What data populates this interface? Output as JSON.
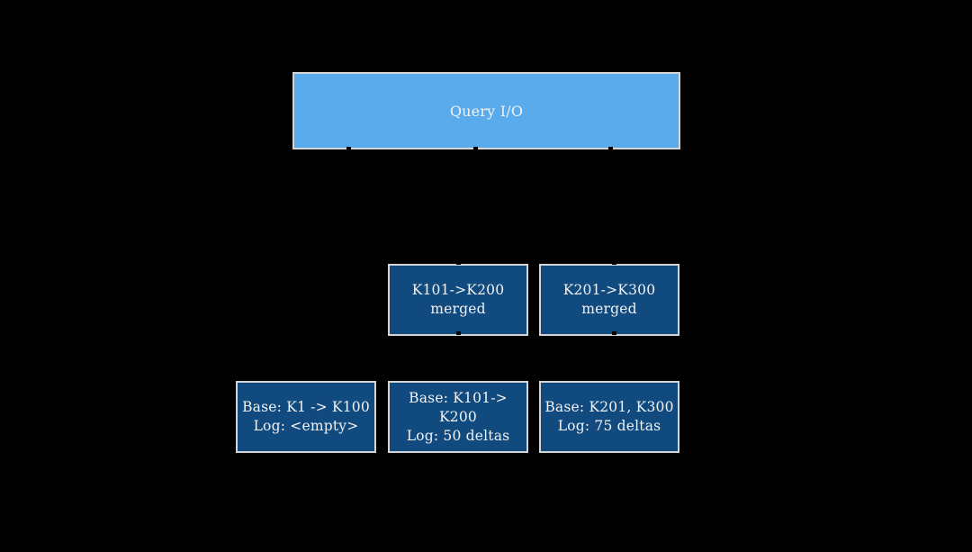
{
  "colors": {
    "background": "#000000",
    "box_border": "#d5d5d5",
    "text": "#f2f2f2",
    "query_fill": "#5aabec",
    "dark_fill": "#104a7e"
  },
  "query_box": {
    "label": "Query I/O"
  },
  "merged_row": [
    {
      "line1": "K101->K200",
      "line2": "merged"
    },
    {
      "line1": "K201->K300",
      "line2": "merged"
    }
  ],
  "base_row": [
    {
      "line1": "Base: K1 -> K100",
      "line2": "Log: <empty>"
    },
    {
      "line1": "Base: K101-> K200",
      "line2": "Log: 50 deltas"
    },
    {
      "line1": "Base: K201, K300",
      "line2": "Log: 75 deltas"
    }
  ]
}
